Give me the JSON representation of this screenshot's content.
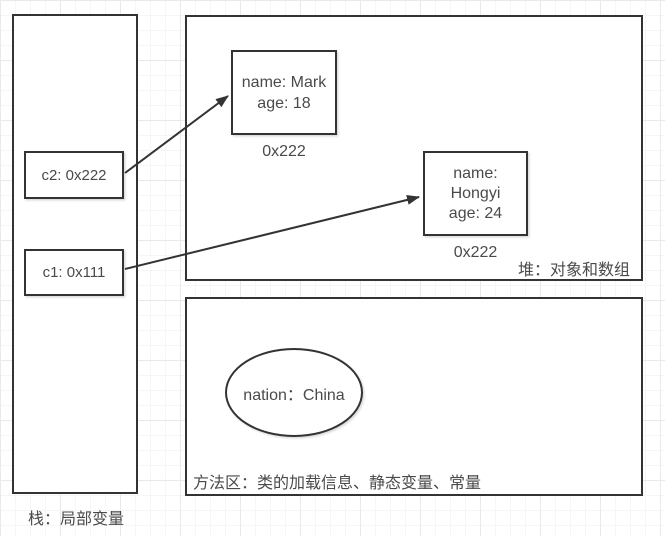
{
  "colors": {
    "stroke": "#333333",
    "text": "#4a4a4a",
    "background": "#ffffff",
    "grid_minor": "#f6f6f6",
    "grid_major": "#e9e9e9"
  },
  "stack": {
    "label": "栈：局部变量",
    "vars": [
      {
        "label": "c2: 0x222"
      },
      {
        "label": "c1: 0x111"
      }
    ]
  },
  "heap": {
    "label": "堆：对象和数组",
    "objects": [
      {
        "fields": "name: Mark\nage: 18",
        "address": "0x222"
      },
      {
        "fields": "name:\nHongyi\nage: 24",
        "address": "0x222"
      }
    ]
  },
  "method_area": {
    "label": "方法区：类的加载信息、静态变量、常量",
    "constant": "nation：China"
  }
}
